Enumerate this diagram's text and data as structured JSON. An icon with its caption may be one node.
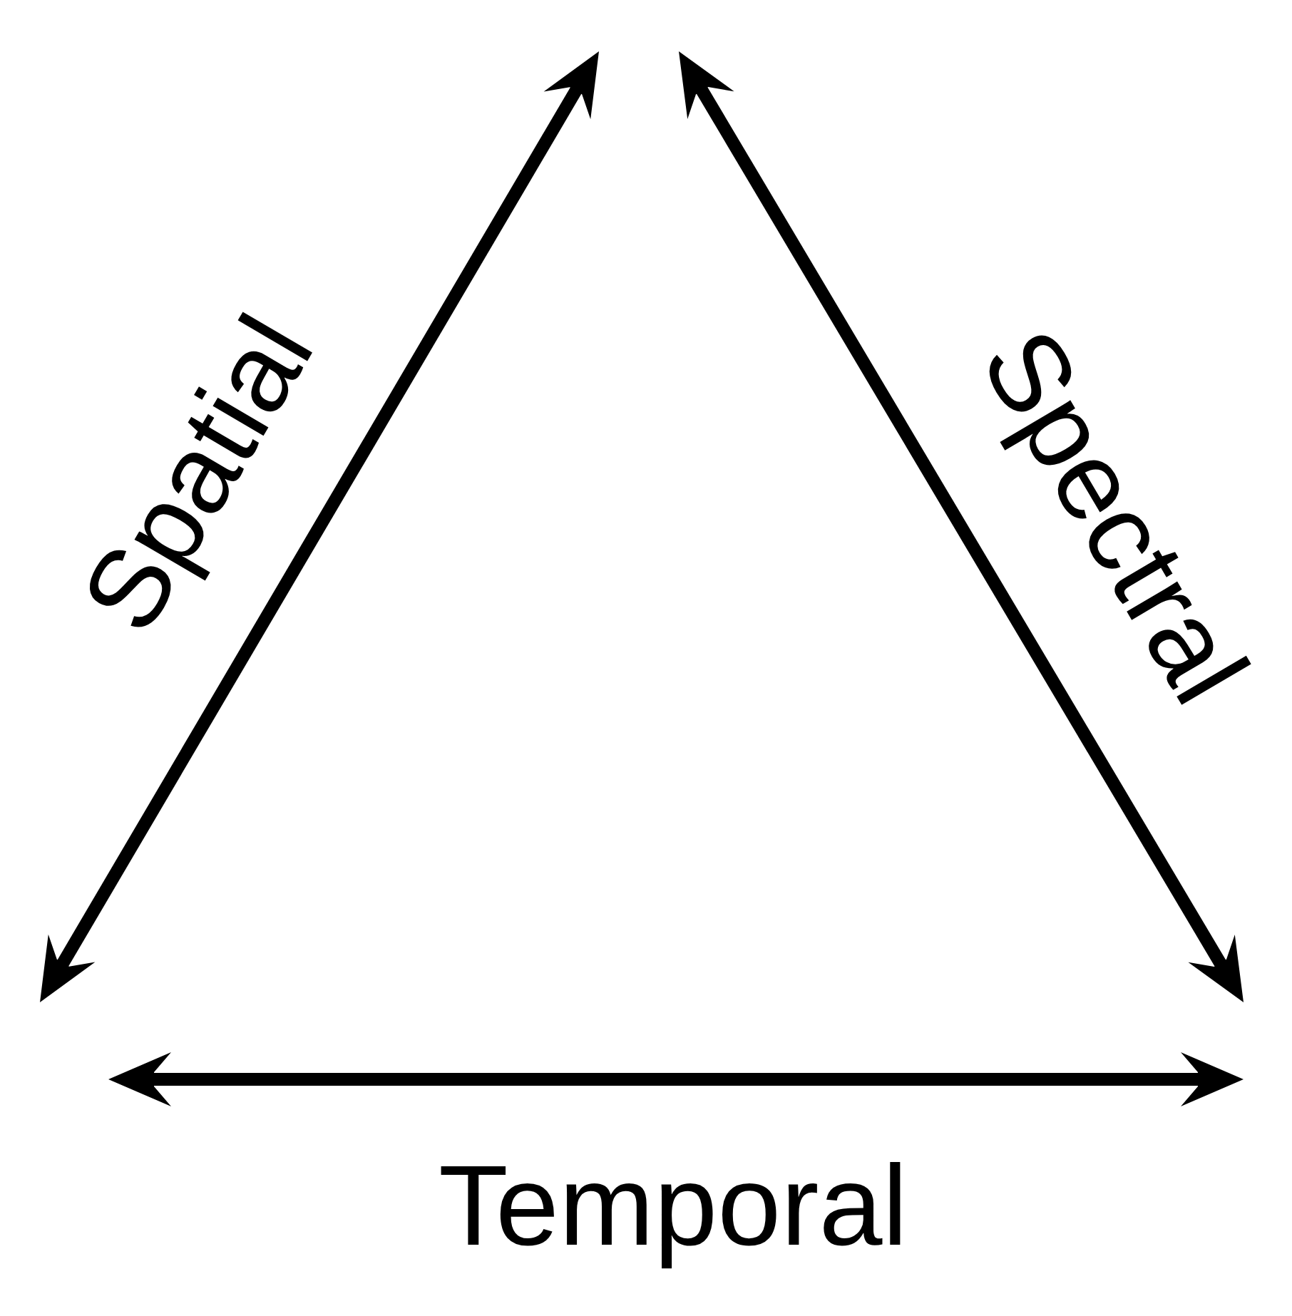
{
  "diagram": {
    "labels": [
      "Spatial",
      "Spectral",
      "Temporal"
    ]
  }
}
